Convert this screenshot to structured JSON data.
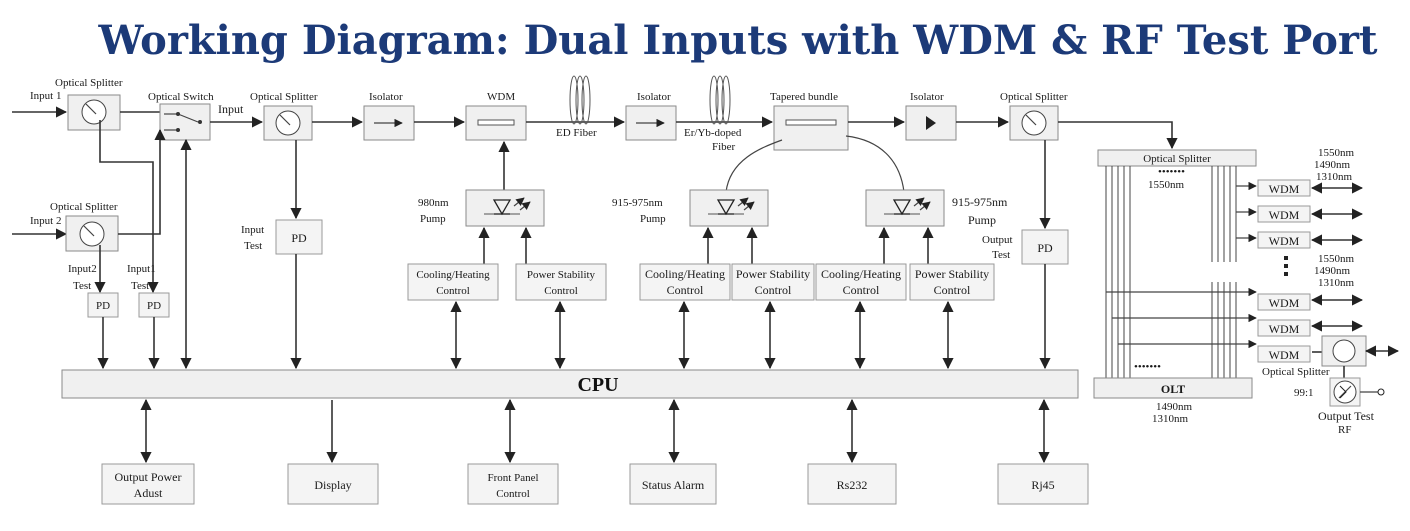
{
  "title": "Working Diagram: Dual Inputs with WDM & RF Test Port",
  "labels": {
    "optical_splitter": "Optical Splitter",
    "optical_switch": "Optical Switch",
    "input": "Input",
    "input1": "Input 1",
    "input2": "Input 2",
    "input2_test_line1": "Input2",
    "input1_test_line1": "Input1",
    "test": "Test",
    "input_test_line1": "Input",
    "output_test_line1": "Output",
    "pd": "PD",
    "isolator": "Isolator",
    "wdm": "WDM",
    "ed_fiber": "ED Fiber",
    "er_yb_line1": "Er/Yb-doped",
    "er_yb_line2": "Fiber",
    "tapered_bundle": "Tapered bundle",
    "pump_980": "980nm",
    "pump_915": "915-975nm",
    "pump": "Pump",
    "cooling_heating": "Cooling/Heating",
    "control": "Control",
    "power_stability": "Power Stability",
    "cpu": "CPU",
    "olt": "OLT",
    "olt_wl1": "1490nm",
    "olt_wl2": "1310nm",
    "splitter_1550": "1550nm",
    "wl_1550": "1550nm",
    "wl_1490": "1490nm",
    "wl_1310": "1310nm",
    "ratio": "99:1",
    "output_test": "Output Test",
    "rf": "RF",
    "dots": "•••••••"
  },
  "bottom_boxes": [
    {
      "line1": "Output Power",
      "line2": "Adust"
    },
    {
      "line1": "Display",
      "line2": ""
    },
    {
      "line1": "Front Panel",
      "line2": "Control"
    },
    {
      "line1": "Status Alarm",
      "line2": ""
    },
    {
      "line1": "Rs232",
      "line2": ""
    },
    {
      "line1": "Rj45",
      "line2": ""
    }
  ]
}
